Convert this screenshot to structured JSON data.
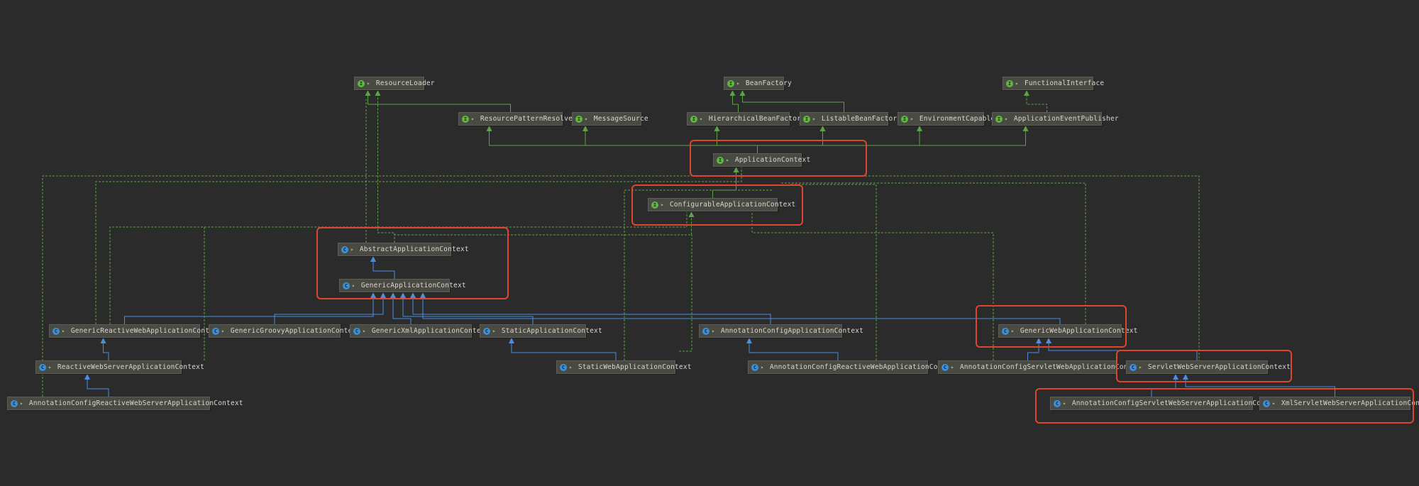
{
  "diagram": {
    "nodes": [
      {
        "id": "ResourceLoader",
        "label": "ResourceLoader",
        "kind": "interface"
      },
      {
        "id": "BeanFactory",
        "label": "BeanFactory",
        "kind": "interface"
      },
      {
        "id": "FunctionalInterface",
        "label": "FunctionalInterface",
        "kind": "interface"
      },
      {
        "id": "ResourcePatternResolver",
        "label": "ResourcePatternResolver",
        "kind": "interface"
      },
      {
        "id": "MessageSource",
        "label": "MessageSource",
        "kind": "interface"
      },
      {
        "id": "HierarchicalBeanFactory",
        "label": "HierarchicalBeanFactory",
        "kind": "interface"
      },
      {
        "id": "ListableBeanFactory",
        "label": "ListableBeanFactory",
        "kind": "interface"
      },
      {
        "id": "EnvironmentCapable",
        "label": "EnvironmentCapable",
        "kind": "interface"
      },
      {
        "id": "ApplicationEventPublisher",
        "label": "ApplicationEventPublisher",
        "kind": "interface"
      },
      {
        "id": "ApplicationContext",
        "label": "ApplicationContext",
        "kind": "interface"
      },
      {
        "id": "ConfigurableApplicationContext",
        "label": "ConfigurableApplicationContext",
        "kind": "interface"
      },
      {
        "id": "AbstractApplicationContext",
        "label": "AbstractApplicationContext",
        "kind": "class"
      },
      {
        "id": "GenericApplicationContext",
        "label": "GenericApplicationContext",
        "kind": "class"
      },
      {
        "id": "GenericReactiveWebApplicationContext",
        "label": "GenericReactiveWebApplicationContext",
        "kind": "class"
      },
      {
        "id": "GenericGroovyApplicationContext",
        "label": "GenericGroovyApplicationContext",
        "kind": "class"
      },
      {
        "id": "GenericXmlApplicationContext",
        "label": "GenericXmlApplicationContext",
        "kind": "class"
      },
      {
        "id": "StaticApplicationContext",
        "label": "StaticApplicationContext",
        "kind": "class"
      },
      {
        "id": "AnnotationConfigApplicationContext",
        "label": "AnnotationConfigApplicationContext",
        "kind": "class"
      },
      {
        "id": "GenericWebApplicationContext",
        "label": "GenericWebApplicationContext",
        "kind": "class"
      },
      {
        "id": "ReactiveWebServerApplicationContext",
        "label": "ReactiveWebServerApplicationContext",
        "kind": "class"
      },
      {
        "id": "StaticWebApplicationContext",
        "label": "StaticWebApplicationContext",
        "kind": "class"
      },
      {
        "id": "AnnotationConfigReactiveWebApplicationContext",
        "label": "AnnotationConfigReactiveWebApplicationContext",
        "kind": "class"
      },
      {
        "id": "AnnotationConfigServletWebApplicationContext",
        "label": "AnnotationConfigServletWebApplicationContext",
        "kind": "class"
      },
      {
        "id": "ServletWebServerApplicationContext",
        "label": "ServletWebServerApplicationContext",
        "kind": "class"
      },
      {
        "id": "AnnotationConfigReactiveWebServerApplicationContext",
        "label": "AnnotationConfigReactiveWebServerApplicationContext",
        "kind": "class"
      },
      {
        "id": "AnnotationConfigServletWebServerApplicationContext",
        "label": "AnnotationConfigServletWebServerApplicationContext",
        "kind": "class"
      },
      {
        "id": "XmlServletWebServerApplicationContext",
        "label": "XmlServletWebServerApplicationContext",
        "kind": "class"
      }
    ],
    "edges": [
      {
        "from": "ResourcePatternResolver",
        "to": "ResourceLoader",
        "type": "extends"
      },
      {
        "from": "HierarchicalBeanFactory",
        "to": "BeanFactory",
        "type": "extends"
      },
      {
        "from": "ListableBeanFactory",
        "to": "BeanFactory",
        "type": "extends"
      },
      {
        "from": "ApplicationEventPublisher",
        "to": "FunctionalInterface",
        "type": "annotated"
      },
      {
        "from": "ApplicationContext",
        "to": "ResourcePatternResolver",
        "type": "extends"
      },
      {
        "from": "ApplicationContext",
        "to": "MessageSource",
        "type": "extends"
      },
      {
        "from": "ApplicationContext",
        "to": "HierarchicalBeanFactory",
        "type": "extends"
      },
      {
        "from": "ApplicationContext",
        "to": "ListableBeanFactory",
        "type": "extends"
      },
      {
        "from": "ApplicationContext",
        "to": "EnvironmentCapable",
        "type": "extends"
      },
      {
        "from": "ApplicationContext",
        "to": "ApplicationEventPublisher",
        "type": "extends"
      },
      {
        "from": "ConfigurableApplicationContext",
        "to": "ApplicationContext",
        "type": "extends"
      },
      {
        "from": "AbstractApplicationContext",
        "to": "ConfigurableApplicationContext",
        "type": "implements"
      },
      {
        "from": "AbstractApplicationContext",
        "to": "ResourceLoader",
        "type": "implements"
      },
      {
        "from": "GenericApplicationContext",
        "to": "AbstractApplicationContext",
        "type": "extends"
      },
      {
        "from": "GenericReactiveWebApplicationContext",
        "to": "GenericApplicationContext",
        "type": "extends"
      },
      {
        "from": "GenericGroovyApplicationContext",
        "to": "GenericApplicationContext",
        "type": "extends"
      },
      {
        "from": "GenericXmlApplicationContext",
        "to": "GenericApplicationContext",
        "type": "extends"
      },
      {
        "from": "StaticApplicationContext",
        "to": "GenericApplicationContext",
        "type": "extends"
      },
      {
        "from": "AnnotationConfigApplicationContext",
        "to": "GenericApplicationContext",
        "type": "extends"
      },
      {
        "from": "GenericWebApplicationContext",
        "to": "GenericApplicationContext",
        "type": "extends"
      },
      {
        "from": "ReactiveWebServerApplicationContext",
        "to": "GenericReactiveWebApplicationContext",
        "type": "extends"
      },
      {
        "from": "AnnotationConfigReactiveWebServerApplicationContext",
        "to": "ReactiveWebServerApplicationContext",
        "type": "extends"
      },
      {
        "from": "StaticWebApplicationContext",
        "to": "StaticApplicationContext",
        "type": "extends"
      },
      {
        "from": "AnnotationConfigReactiveWebApplicationContext",
        "to": "AnnotationConfigApplicationContext",
        "type": "extends"
      },
      {
        "from": "AnnotationConfigServletWebApplicationContext",
        "to": "GenericWebApplicationContext",
        "type": "extends"
      },
      {
        "from": "ServletWebServerApplicationContext",
        "to": "GenericWebApplicationContext",
        "type": "extends"
      },
      {
        "from": "AnnotationConfigServletWebServerApplicationContext",
        "to": "ServletWebServerApplicationContext",
        "type": "extends"
      },
      {
        "from": "XmlServletWebServerApplicationContext",
        "to": "ServletWebServerApplicationContext",
        "type": "extends"
      }
    ],
    "highlighted": [
      "ApplicationContext",
      "ConfigurableApplicationContext",
      "AbstractApplicationContext",
      "GenericApplicationContext",
      "GenericWebApplicationContext",
      "ServletWebServerApplicationContext",
      "AnnotationConfigServletWebServerApplicationContext",
      "XmlServletWebServerApplicationContext"
    ],
    "colors": {
      "background": "#2b2b2b",
      "node_fill": "#4a4a44",
      "interface_icon": "#62b543",
      "class_icon": "#3d8fd6",
      "interface_edge": "#5fa04a",
      "class_edge": "#4a8ee0",
      "highlight": "#e0452e"
    },
    "icons": {
      "interface": "interface-icon",
      "class": "class-icon"
    }
  }
}
